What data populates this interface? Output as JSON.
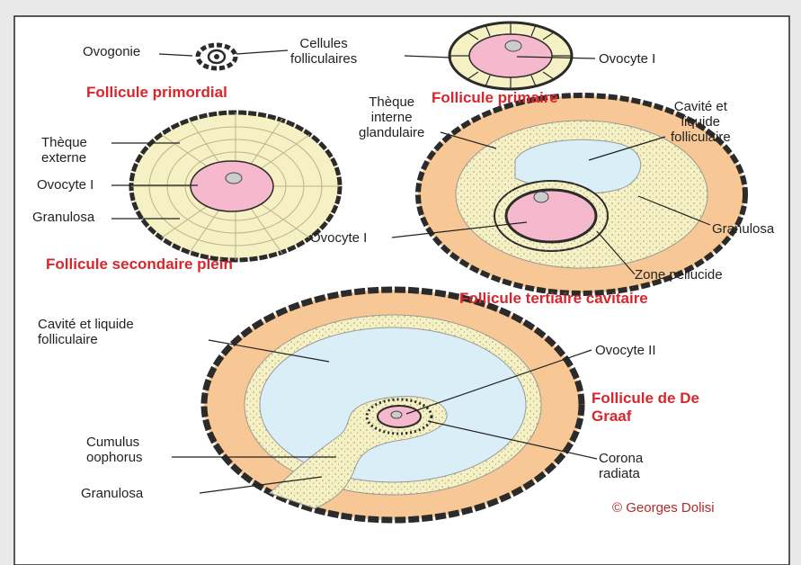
{
  "colors": {
    "background": "#e9e9e9",
    "panel": "#ffffff",
    "title_red": "#d8262c",
    "theca_orange": "#f7c896",
    "granulosa_yellow": "#f6f1c4",
    "oocyte_pink": "#f5b8cc",
    "antrum_blue": "#d9eef6",
    "outline_dark": "#2b2b2b"
  },
  "labels": {
    "ovogonie": "Ovogonie",
    "cellules_folliculaires": "Cellules\nfolliculaires",
    "ovocyte_primaire": "Ovocyte I",
    "theque_interne": "Thèque\ninterne\nglandulaire",
    "cavite_tertiaire": "Cavité et\nliquide\nfolliculaire",
    "theque_externe": "Thèque\nexterne",
    "ovocyte_secondaire_plein": "Ovocyte I",
    "granulosa_secondaire": "Granulosa",
    "granulosa_tertiaire": "Granulosa",
    "ovocyte_tertiaire": "Ovocyte I",
    "zone_pellucide": "Zone pellucide",
    "cavite_graaf": "Cavité et liquide\nfolliculaire",
    "ovocyte_ii": "Ovocyte II",
    "cumulus": "Cumulus\noophorus",
    "corona": "Corona\nradiata",
    "granulosa_graaf": "Granulosa"
  },
  "titles": {
    "primordial": "Follicule primordial",
    "primaire": "Follicule primaire",
    "secondaire": "Follicule secondaire plein",
    "tertiaire": "Follicule tertiaire cavitaire",
    "graaf": "Follicule de De\nGraaf"
  },
  "copyright": "© Georges Dolisi"
}
